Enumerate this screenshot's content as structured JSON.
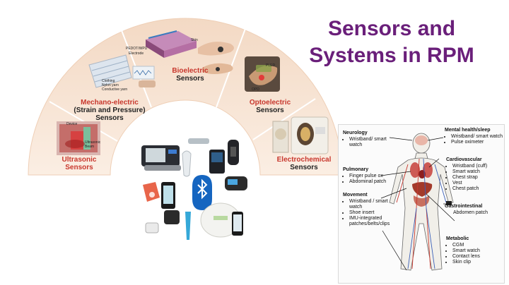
{
  "title": {
    "line1": "Sensors and",
    "line2": "Systems in RPM"
  },
  "fan": {
    "segments": [
      {
        "id": "ultrasonic",
        "label_line1": "Ultrasonic",
        "label_line2": "Sensors",
        "color": "#c8372d"
      },
      {
        "id": "mechano",
        "label_line1": "Mechano-electric",
        "label_line2": "(Strain and Pressure)",
        "label_line3": "Sensors",
        "color": "#222222"
      },
      {
        "id": "bioelectric",
        "label_line1": "Bioelectric",
        "label_line2": "Sensors",
        "color": "#c8372d"
      },
      {
        "id": "optoelectric",
        "label_line1": "Optoelectric",
        "label_line2": "Sensors",
        "color": "#222222"
      },
      {
        "id": "electrochemical",
        "label_line1": "Electrochemical",
        "label_line2": "Sensors",
        "color": "#c8372d"
      }
    ],
    "image_labels": {
      "device": "Device",
      "ultrasonic_beam": "Ultrasonic Beam",
      "skin": "Skin",
      "pedot": "PEDOT/WPU",
      "electrode": "Electrode",
      "clothing": "Clothing",
      "nylon_yarn": "Nylon yarn",
      "conductive_yarn": "Conductive yarn",
      "pled": "PLED",
      "opd": "OPD"
    },
    "arch_color": "#f7e3d3"
  },
  "devices": {
    "bluetooth_icon": "bluetooth-icon"
  },
  "body_diagram": {
    "groups": [
      {
        "id": "neurology",
        "title": "Neurology",
        "items": [
          "Wristband/ smart watch"
        ]
      },
      {
        "id": "mental",
        "title": "Mental health/sleep",
        "items": [
          "Wristband/ smart watch",
          "Pulse oximeter"
        ]
      },
      {
        "id": "cardio",
        "title": "Cardiovascular",
        "items": [
          "Wristband (cuff)",
          "Smart watch",
          "Chest strap",
          "Vest",
          "Chest patch"
        ]
      },
      {
        "id": "pulmonary",
        "title": "Pulmonary",
        "items": [
          "Finger pulse ox",
          "Abdominal patch"
        ]
      },
      {
        "id": "movement",
        "title": "Movement",
        "items": [
          "Wristband / smart watch",
          "Shoe insert",
          "IMU-integrated patches/belts/clips"
        ]
      },
      {
        "id": "gastro",
        "title": "Gastrointestinal",
        "items": [
          "Abdomen patch"
        ]
      },
      {
        "id": "metabolic",
        "title": "Metabolic",
        "items": [
          "CGM",
          "Smart watch",
          "Contact lens",
          "Skin clip"
        ]
      }
    ]
  }
}
